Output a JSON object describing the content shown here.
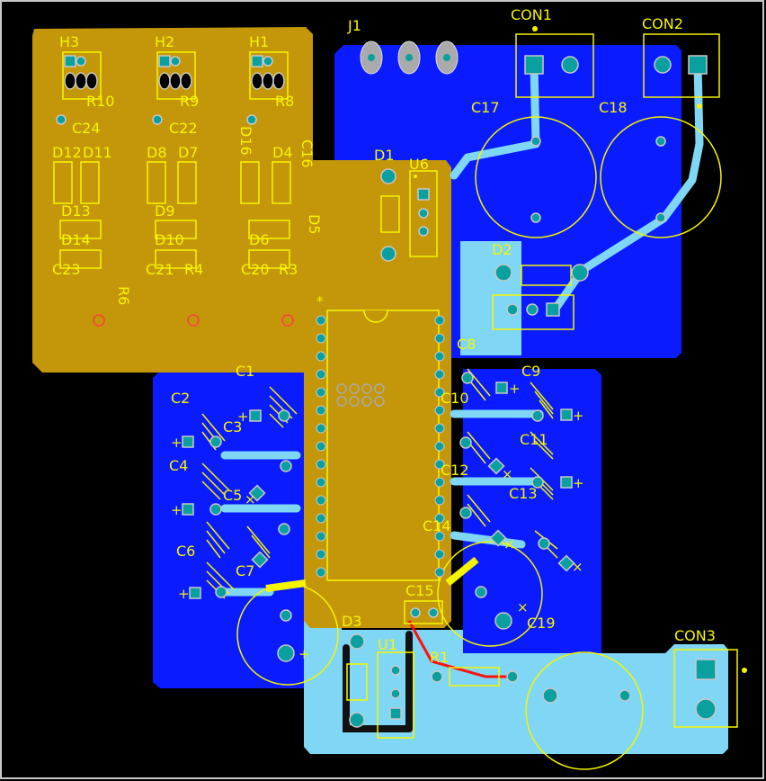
{
  "colors": {
    "background": "#000000",
    "frame": "#c8c8c8",
    "top_copper": "#0a1bff",
    "bottom_copper": "#c4960a",
    "copper_fill": "#7fd7f5",
    "silkscreen": "#f5f500",
    "via": "#0aa0a0",
    "drill": "#000000",
    "red_trace": "#ff1010"
  },
  "labels": {
    "h3": "H3",
    "h2": "H2",
    "h1": "H1",
    "r10": "R10",
    "r9": "R9",
    "r8": "R8",
    "c24": "C24",
    "c22": "C22",
    "d12": "D12",
    "d11": "D11",
    "d8": "D8",
    "d7": "D7",
    "d16": "D16",
    "d4": "D4",
    "c16": "C16",
    "d13": "D13",
    "d9": "D9",
    "d5": "D5",
    "d14": "D14",
    "d10": "D10",
    "d6": "D6",
    "c23": "C23",
    "c21": "C21",
    "r4": "R4",
    "c20": "C20",
    "r3": "R3",
    "r6": "R6",
    "j1": "J1",
    "con1": "CON1",
    "con2": "CON2",
    "con3": "CON3",
    "c17": "C17",
    "c18": "C18",
    "d1": "D1",
    "u6": "U6",
    "d2": "D2",
    "c8": "C8",
    "c9": "C9",
    "c10": "C10",
    "c11": "C11",
    "c12": "C12",
    "c13": "C13",
    "c14": "C14",
    "c15": "C15",
    "c19": "C19",
    "c1": "C1",
    "c2": "C2",
    "c3": "C3",
    "c4": "C4",
    "c5": "C5",
    "c6": "C6",
    "c7": "C7",
    "d3": "D3",
    "u1": "U1",
    "r1": "R1"
  },
  "polarity": {
    "plus": "+",
    "minus": "×",
    "pin1": "*"
  }
}
